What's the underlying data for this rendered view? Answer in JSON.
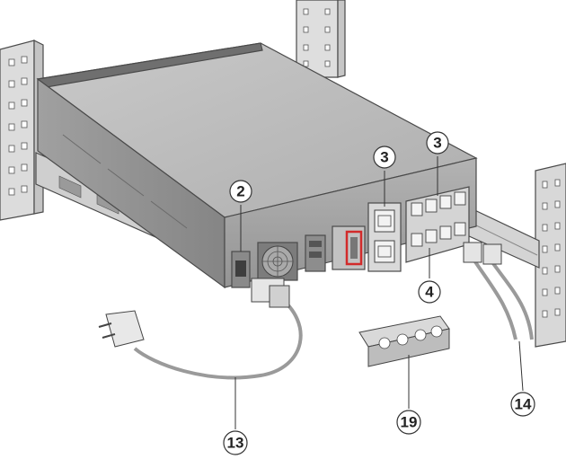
{
  "callouts": [
    {
      "label": "2"
    },
    {
      "label": "3"
    },
    {
      "label": "3"
    },
    {
      "label": "4"
    },
    {
      "label": "13"
    },
    {
      "label": "14"
    },
    {
      "label": "19"
    }
  ],
  "colors": {
    "chassis_top": "#b9b9b9",
    "chassis_side": "#8f8f8f",
    "chassis_back": "#a5a5a5",
    "rail": "#d6d6d6",
    "accent_red": "#d22a2a",
    "cable": "#9a9a9a"
  }
}
